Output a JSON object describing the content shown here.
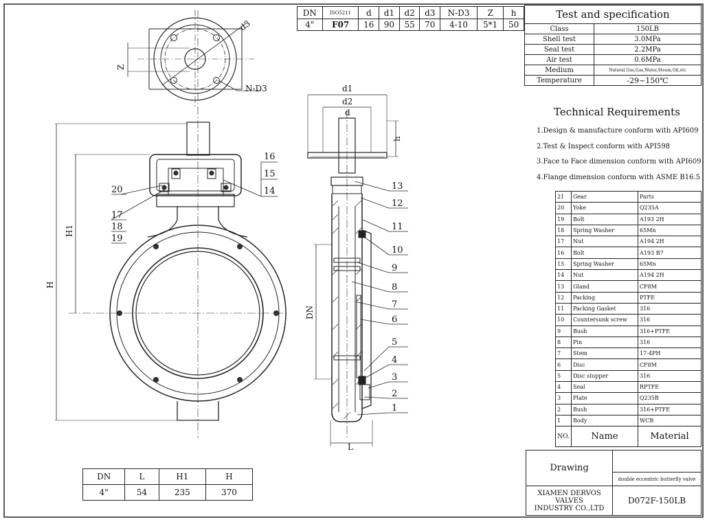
{
  "dims_table": {
    "headers": [
      "DN",
      "ISO5211",
      "d",
      "d1",
      "d2",
      "d3",
      "N-D3",
      "Z",
      "h"
    ],
    "values": [
      "4\"",
      "F07",
      "16",
      "90",
      "55",
      "70",
      "4-10",
      "5*1",
      "50"
    ]
  },
  "spec": {
    "title": "Test and specification",
    "rows": [
      {
        "label": "Class",
        "value": "150LB"
      },
      {
        "label": "Shell test",
        "value": "3.0MPa"
      },
      {
        "label": "Seal test",
        "value": "2.2MPa"
      },
      {
        "label": "Air test",
        "value": "0.6MPa"
      },
      {
        "label": "Medium",
        "value": "Natural Gas,Gas,Water,Steam,Oil,etc"
      },
      {
        "label": "Temperature",
        "value": "-29~150℃"
      }
    ]
  },
  "tech": {
    "title": "Technical Requirements",
    "items": [
      "1.Design & manufacture conform with API609",
      "2.Test & Inspect conform with API598",
      "3.Face to Face dimension conform with API609",
      "4.Flange dimension conform with ASME B16.5"
    ]
  },
  "parts": [
    {
      "no": "21",
      "name": "Gear",
      "material": "Parts"
    },
    {
      "no": "20",
      "name": "Yoke",
      "material": "Q235A"
    },
    {
      "no": "19",
      "name": "Bolt",
      "material": "A193 2H"
    },
    {
      "no": "18",
      "name": "Spring Washer",
      "material": "65Mn"
    },
    {
      "no": "17",
      "name": "Nut",
      "material": "A194 2H"
    },
    {
      "no": "16",
      "name": "Bolt",
      "material": "A193 B7"
    },
    {
      "no": "15",
      "name": "Spring Washer",
      "material": "65Mn"
    },
    {
      "no": "14",
      "name": "Nut",
      "material": "A194 2H"
    },
    {
      "no": "13",
      "name": "Gland",
      "material": "CF8M"
    },
    {
      "no": "12",
      "name": "Packing",
      "material": "PTFE"
    },
    {
      "no": "11",
      "name": "Packing Gasket",
      "material": "316"
    },
    {
      "no": "10",
      "name": "Countersunk screw",
      "material": "316"
    },
    {
      "no": "9",
      "name": "Bush",
      "material": "316+PTFE"
    },
    {
      "no": "8",
      "name": "Pin",
      "material": "316"
    },
    {
      "no": "7",
      "name": "Stem",
      "material": "17-4PH"
    },
    {
      "no": "6",
      "name": "Disc",
      "material": "CF8M"
    },
    {
      "no": "5",
      "name": "Disc stopper",
      "material": "316"
    },
    {
      "no": "4",
      "name": "Seal",
      "material": "RPTFE"
    },
    {
      "no": "3",
      "name": "Plate",
      "material": "Q235B"
    },
    {
      "no": "2",
      "name": "Bush",
      "material": "316+PTFE"
    },
    {
      "no": "1",
      "name": "Body",
      "material": "WCB"
    }
  ],
  "parts_header": {
    "no": "NO.",
    "name": "Name",
    "material": "Material"
  },
  "title_block": {
    "drawing_label": "Drawing",
    "product": "double eccentric butterfly valve",
    "company_line1": "XIAMEN DERVOS VALVES",
    "company_line2": "INDUSTRY CO.,LTD",
    "drawing_no": "D072F-150LB"
  },
  "size_table": {
    "headers": [
      "DN",
      "L",
      "H1",
      "H"
    ],
    "values": [
      "4\"",
      "54",
      "235",
      "370"
    ]
  },
  "dim_labels": {
    "d3": "d3",
    "nd3": "N-D3",
    "z": "Z",
    "h1": "H1",
    "h": "H",
    "dn": "DN",
    "l": "L",
    "d1": "d1",
    "d2": "d2",
    "d": "d",
    "hh": "h"
  },
  "balloons_front": [
    "16",
    "15",
    "14",
    "20",
    "17",
    "18",
    "19"
  ],
  "balloons_side": [
    "13",
    "12",
    "11",
    "10",
    "9",
    "8",
    "7",
    "6",
    "5",
    "4",
    "3",
    "2",
    "1"
  ]
}
